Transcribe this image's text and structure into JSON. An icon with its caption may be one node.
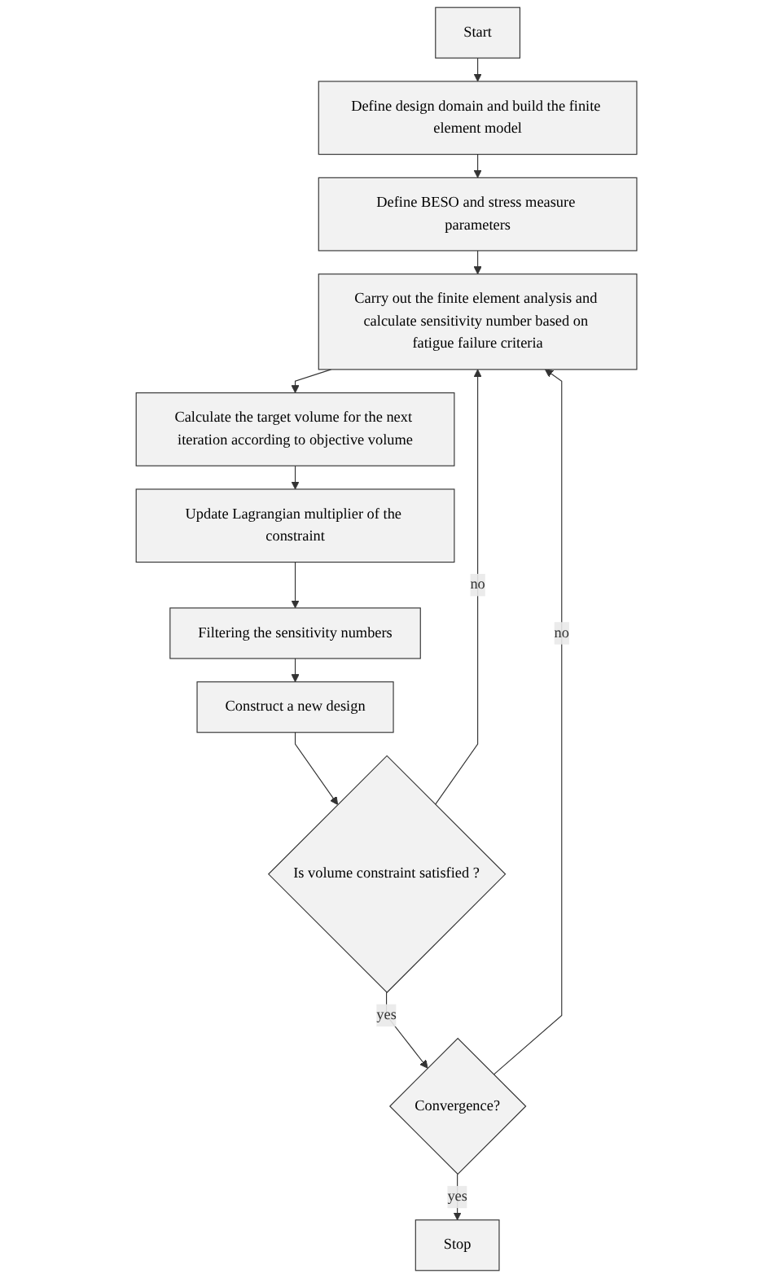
{
  "diagram": {
    "nodes": [
      {
        "text": [
          "Start"
        ]
      },
      {
        "text": [
          "Define design domain and build the finite element model"
        ]
      },
      {
        "text": [
          "Define BESO and stress measure parameters"
        ]
      },
      {
        "text": [
          "Carry out the finite element analysis and calculate sensitivity number based on fatigue failure criteria"
        ]
      },
      {
        "text": [
          "Calculate the target volume for the next iteration according to objective volume"
        ]
      },
      {
        "text": [
          "Update Lagrangian multiplier of the constraint"
        ]
      },
      {
        "text": [
          "Filtering the sensitivity numbers"
        ]
      },
      {
        "text": [
          "Construct a new design"
        ]
      },
      {
        "text": [
          "Is volume constraint satisfied ?"
        ]
      },
      {
        "text": [
          "Convergence?"
        ]
      },
      {
        "text": [
          "Stop"
        ]
      }
    ],
    "edges": [
      {
        "from": 0,
        "to": 1,
        "arrow": "to"
      },
      {
        "from": 1,
        "to": 2,
        "arrow": "to"
      },
      {
        "from": 2,
        "to": 3,
        "arrow": "to"
      },
      {
        "from": 3,
        "to": 4,
        "arrow": "to"
      },
      {
        "from": 4,
        "to": 5,
        "arrow": "to"
      },
      {
        "from": 5,
        "to": 6,
        "arrow": "to"
      },
      {
        "from": 6,
        "to": 7,
        "arrow": "to"
      },
      {
        "from": 7,
        "to": 8,
        "arrow": "to"
      },
      {
        "from": 8,
        "to": 3,
        "arrow": "to",
        "label": "no"
      },
      {
        "from": 8,
        "to": 9,
        "arrow": "to",
        "label": "yes"
      },
      {
        "from": 9,
        "to": 3,
        "arrow": "to",
        "label": "no"
      },
      {
        "from": 9,
        "to": 10,
        "arrow": "to",
        "label": "yes"
      }
    ]
  }
}
